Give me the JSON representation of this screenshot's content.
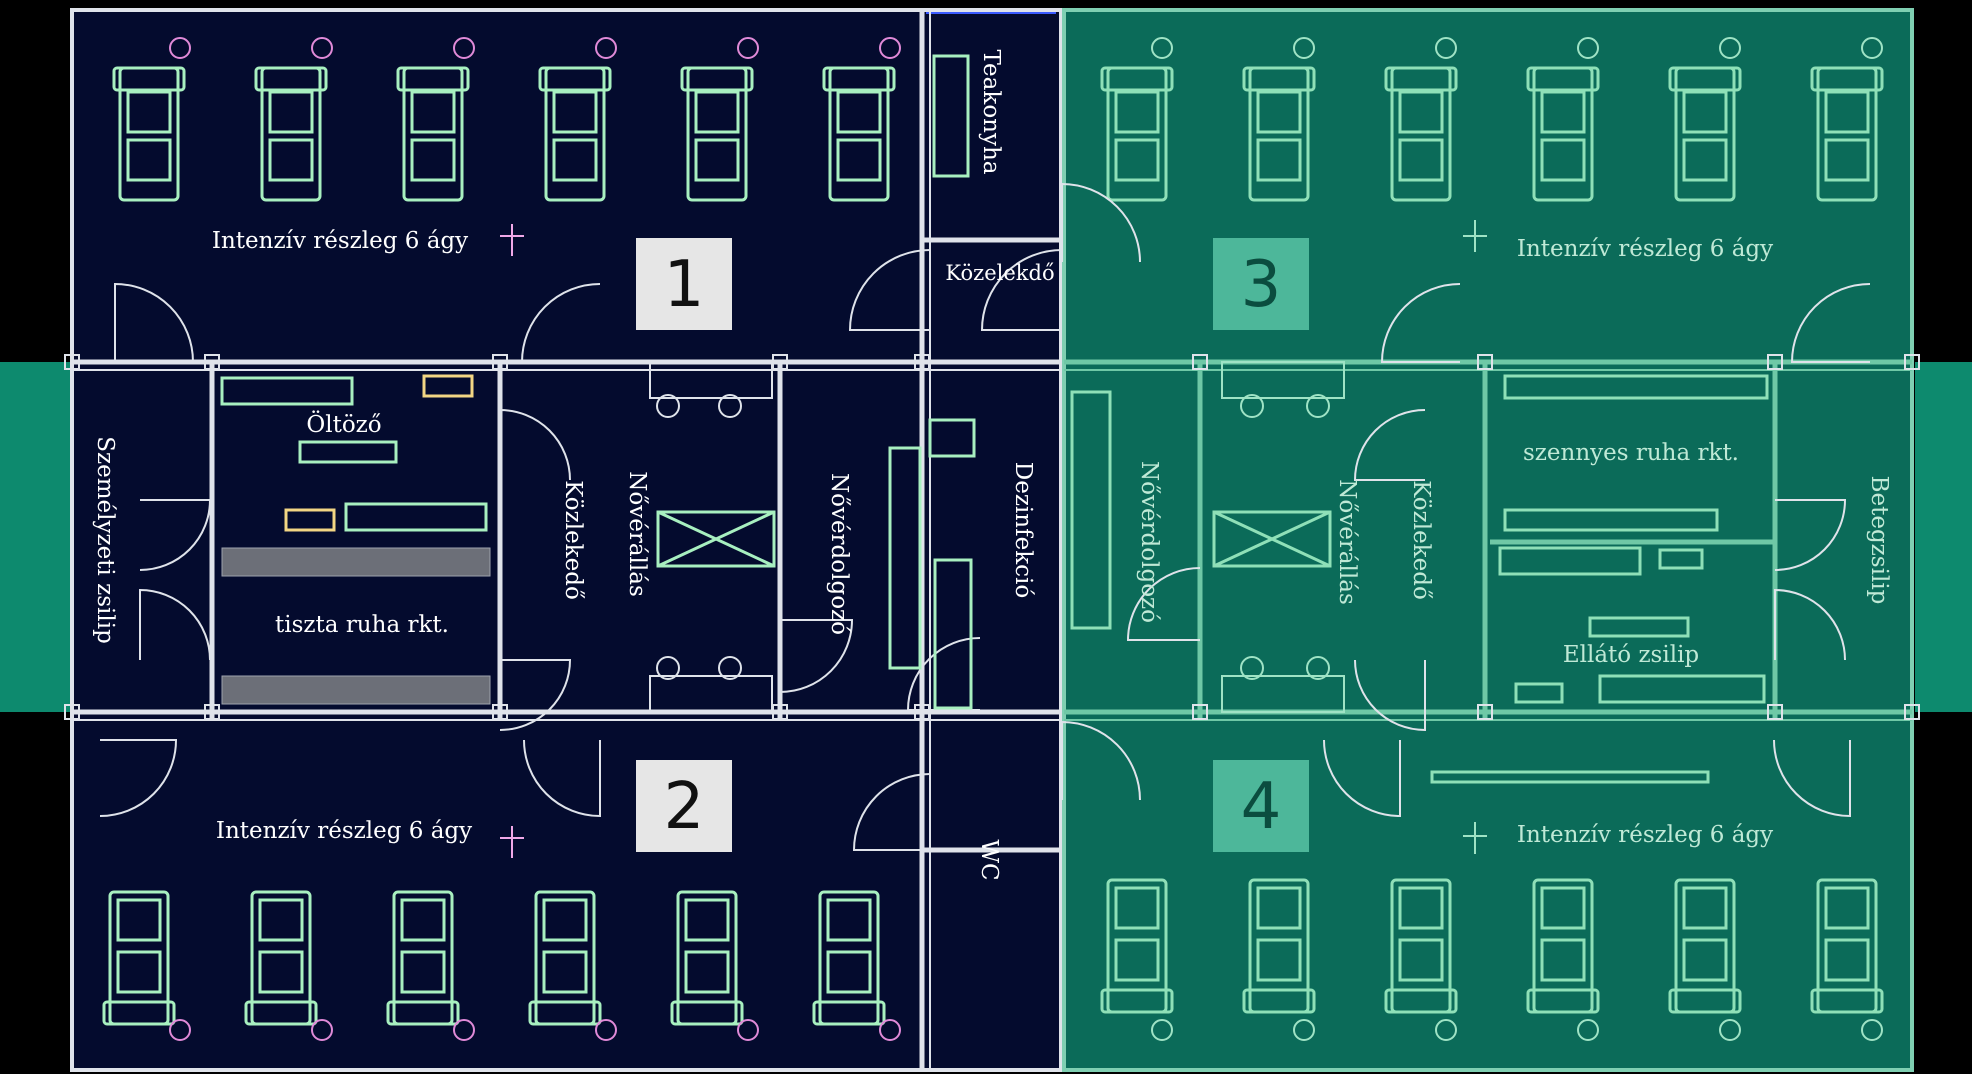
{
  "rooms": {
    "icu1": "Intenzív részleg 6 ágy",
    "icu2": "Intenzív részleg 6 ágy",
    "icu3": "Intenzív részleg 6 ágy",
    "icu4": "Intenzív részleg 6 ágy",
    "teakonyha": "Teakonyha",
    "kozlekedo_top": "Közelekdő",
    "oltozo": "Öltöző",
    "tiszta_ruha": "tiszta ruha rkt.",
    "szemelyzeti_zsilip": "Személyzeti zsilip",
    "kozlekedo_left": "Közlekedő",
    "noverallas_left": "Nővérállás",
    "noverdolgozo_left": "Nővérdolgozó",
    "dezinfekcio": "Dezinfekció",
    "wc": "WC",
    "noverdolgozo_right": "Nővérdolgozó",
    "noverallas_right": "Nővérállás",
    "kozlekedo_right": "Közlekedő",
    "szennyes_ruha": "szennyes ruha rkt.",
    "ellato_zsilip": "Ellátó zsilip",
    "betegzsilip": "Betegzsilip"
  },
  "zones": {
    "z1": "1",
    "z2": "2",
    "z3": "3",
    "z4": "4"
  },
  "colors": {
    "background_left": "#040b2e",
    "background_right": "#0b6b59",
    "wall": "#dfe3ea",
    "bed_left": "#a8f0c0",
    "bed_right": "#8fe0b8",
    "device_pink": "#e08ad8",
    "zone_box_left": "#e6e6e6",
    "zone_box_right": "#4db79a"
  }
}
